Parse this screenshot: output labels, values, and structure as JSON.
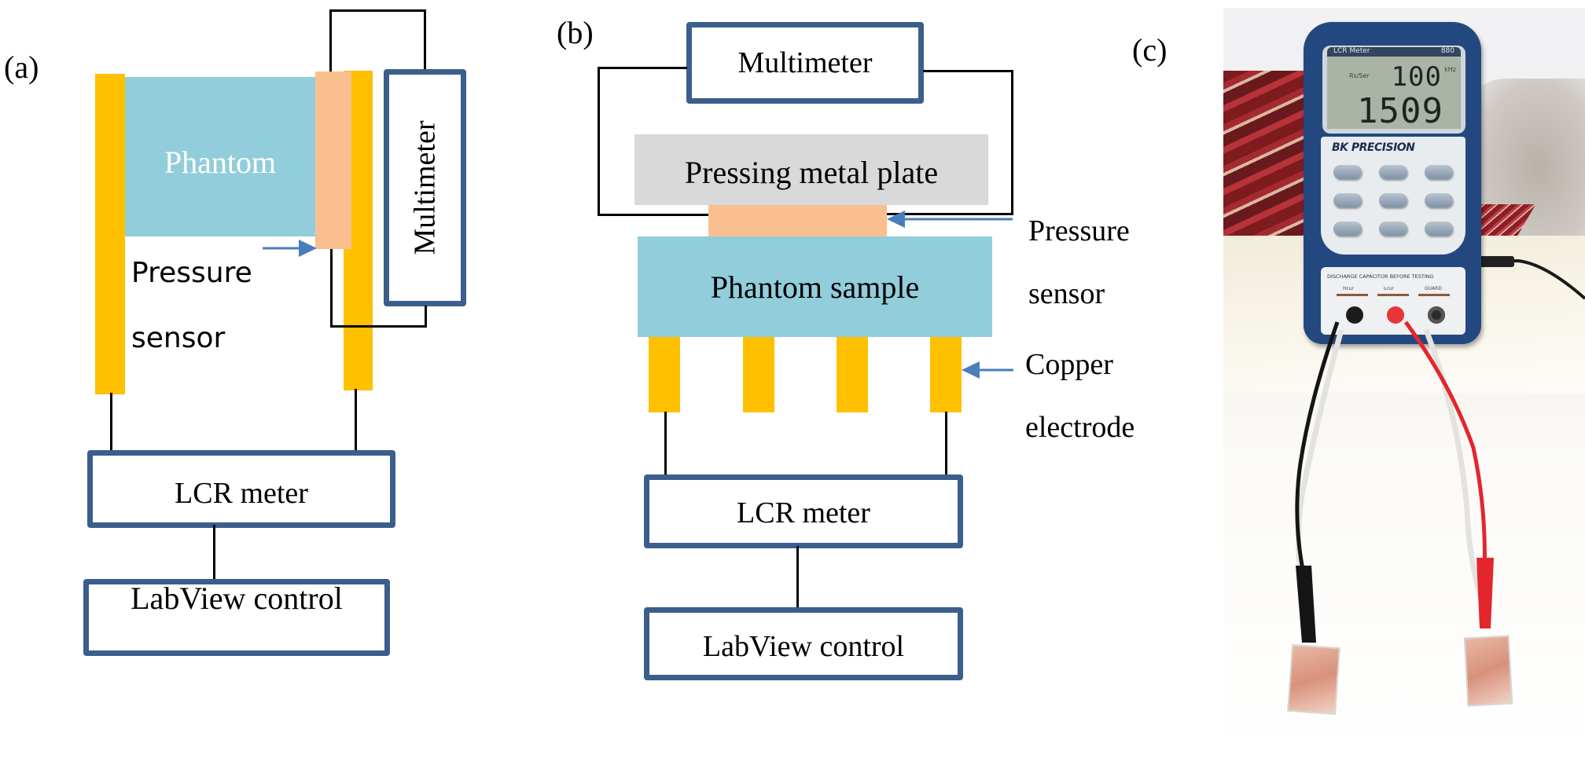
{
  "figure": {
    "panels": {
      "a": {
        "label": "(a)",
        "phantom_label": "Phantom",
        "multimeter_label": "Multimeter",
        "pressure_sensor_label_line1": "Pressure",
        "pressure_sensor_label_line2": "sensor",
        "lcr_label": "LCR meter",
        "labview_label": "LabView control"
      },
      "b": {
        "label": "(b)",
        "multimeter_label": "Multimeter",
        "plate_label": "Pressing metal plate",
        "phantom_label": "Phantom sample",
        "pressure_sensor_label_line1": "Pressure",
        "pressure_sensor_label_line2": "sensor",
        "electrode_label_line1": "Copper",
        "electrode_label_line2": "electrode",
        "electrode_count": 4,
        "lcr_label": "LCR meter",
        "labview_label": "LabView control"
      },
      "c": {
        "label": "(c)",
        "photo": {
          "device_title": "LCR Meter",
          "device_model": "880",
          "brand": "BK PRECISION",
          "primary_reading": "100",
          "secondary_reading": "1509",
          "lcd_small_labels": [
            "Rs/Ser",
            "kHz"
          ],
          "terminal_warning": "DISCHARGE CAPACITOR BEFORE TESTING",
          "terminal_labels": [
            "Hcur",
            "Lcur",
            "GUARD"
          ],
          "lead_colors": [
            "black",
            "red"
          ]
        }
      }
    },
    "colors": {
      "electrode": "#FFC000",
      "phantom": "#92CDDC",
      "pressure_sensor": "#F9BF8F",
      "metal_plate": "#D9D9D9",
      "box_border": "#3B5E8C",
      "arrow": "#4A7EBB",
      "wire": "#000000"
    }
  }
}
